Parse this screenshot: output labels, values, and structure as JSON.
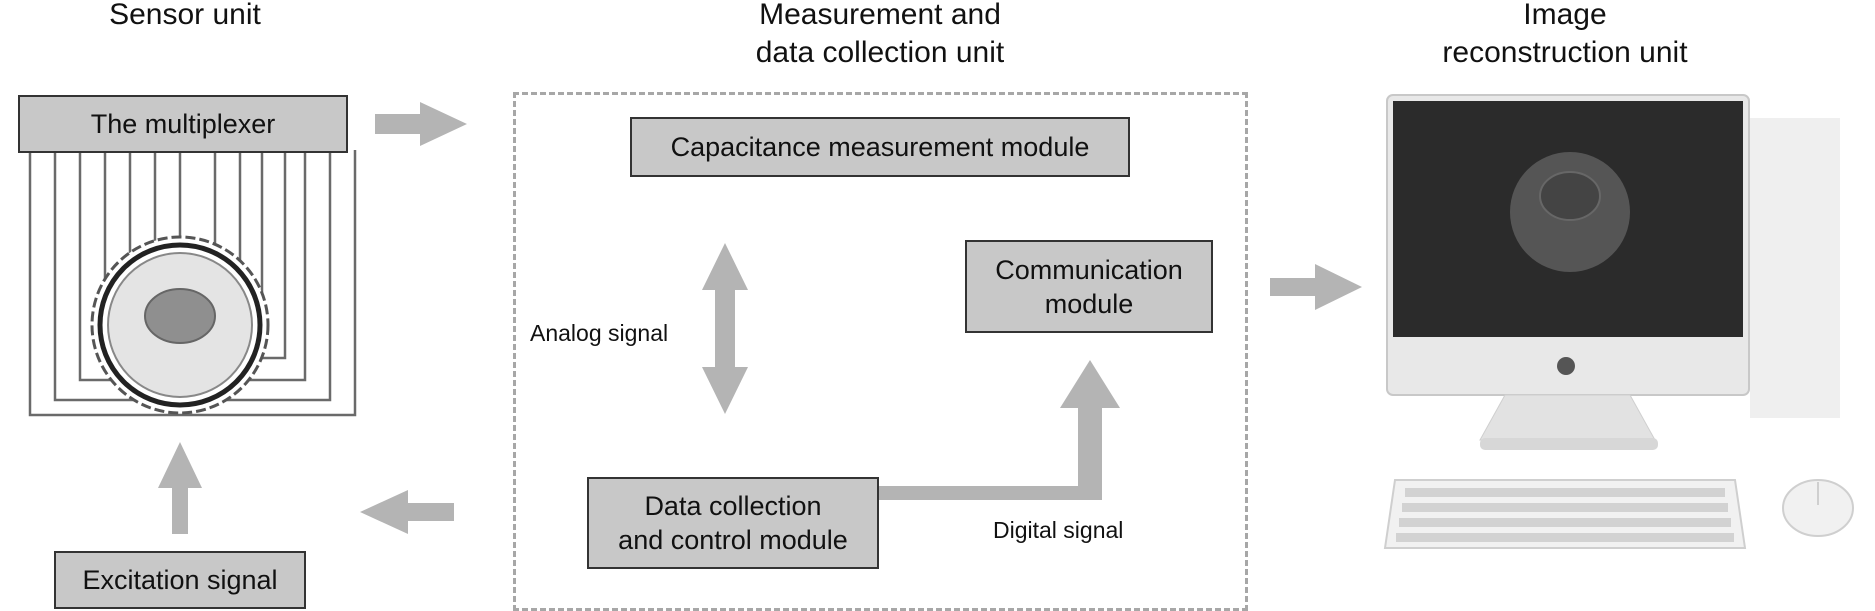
{
  "headers": {
    "sensor": "Sensor unit",
    "measurement_line1": "Measurement and",
    "measurement_line2": "data collection unit",
    "image_line1": "Image",
    "image_line2": "reconstruction unit"
  },
  "boxes": {
    "multiplexer": "The multiplexer",
    "excitation": "Excitation signal",
    "capacitance": "Capacitance measurement module",
    "communication_line1": "Communication",
    "communication_line2": "module",
    "data_collection_line1": "Data collection",
    "data_collection_line2": "and control module"
  },
  "labels": {
    "analog": "Analog signal",
    "digital": "Digital signal"
  },
  "colors": {
    "arrow": "#b4b4b4",
    "box_fill": "#c8c8c8",
    "dashed_border": "#a7a7a7",
    "screen": "#2b2b2b"
  },
  "icons": {
    "sensor": "capacitance-sensor-electrode-icon",
    "computer": "desktop-computer-icon"
  }
}
